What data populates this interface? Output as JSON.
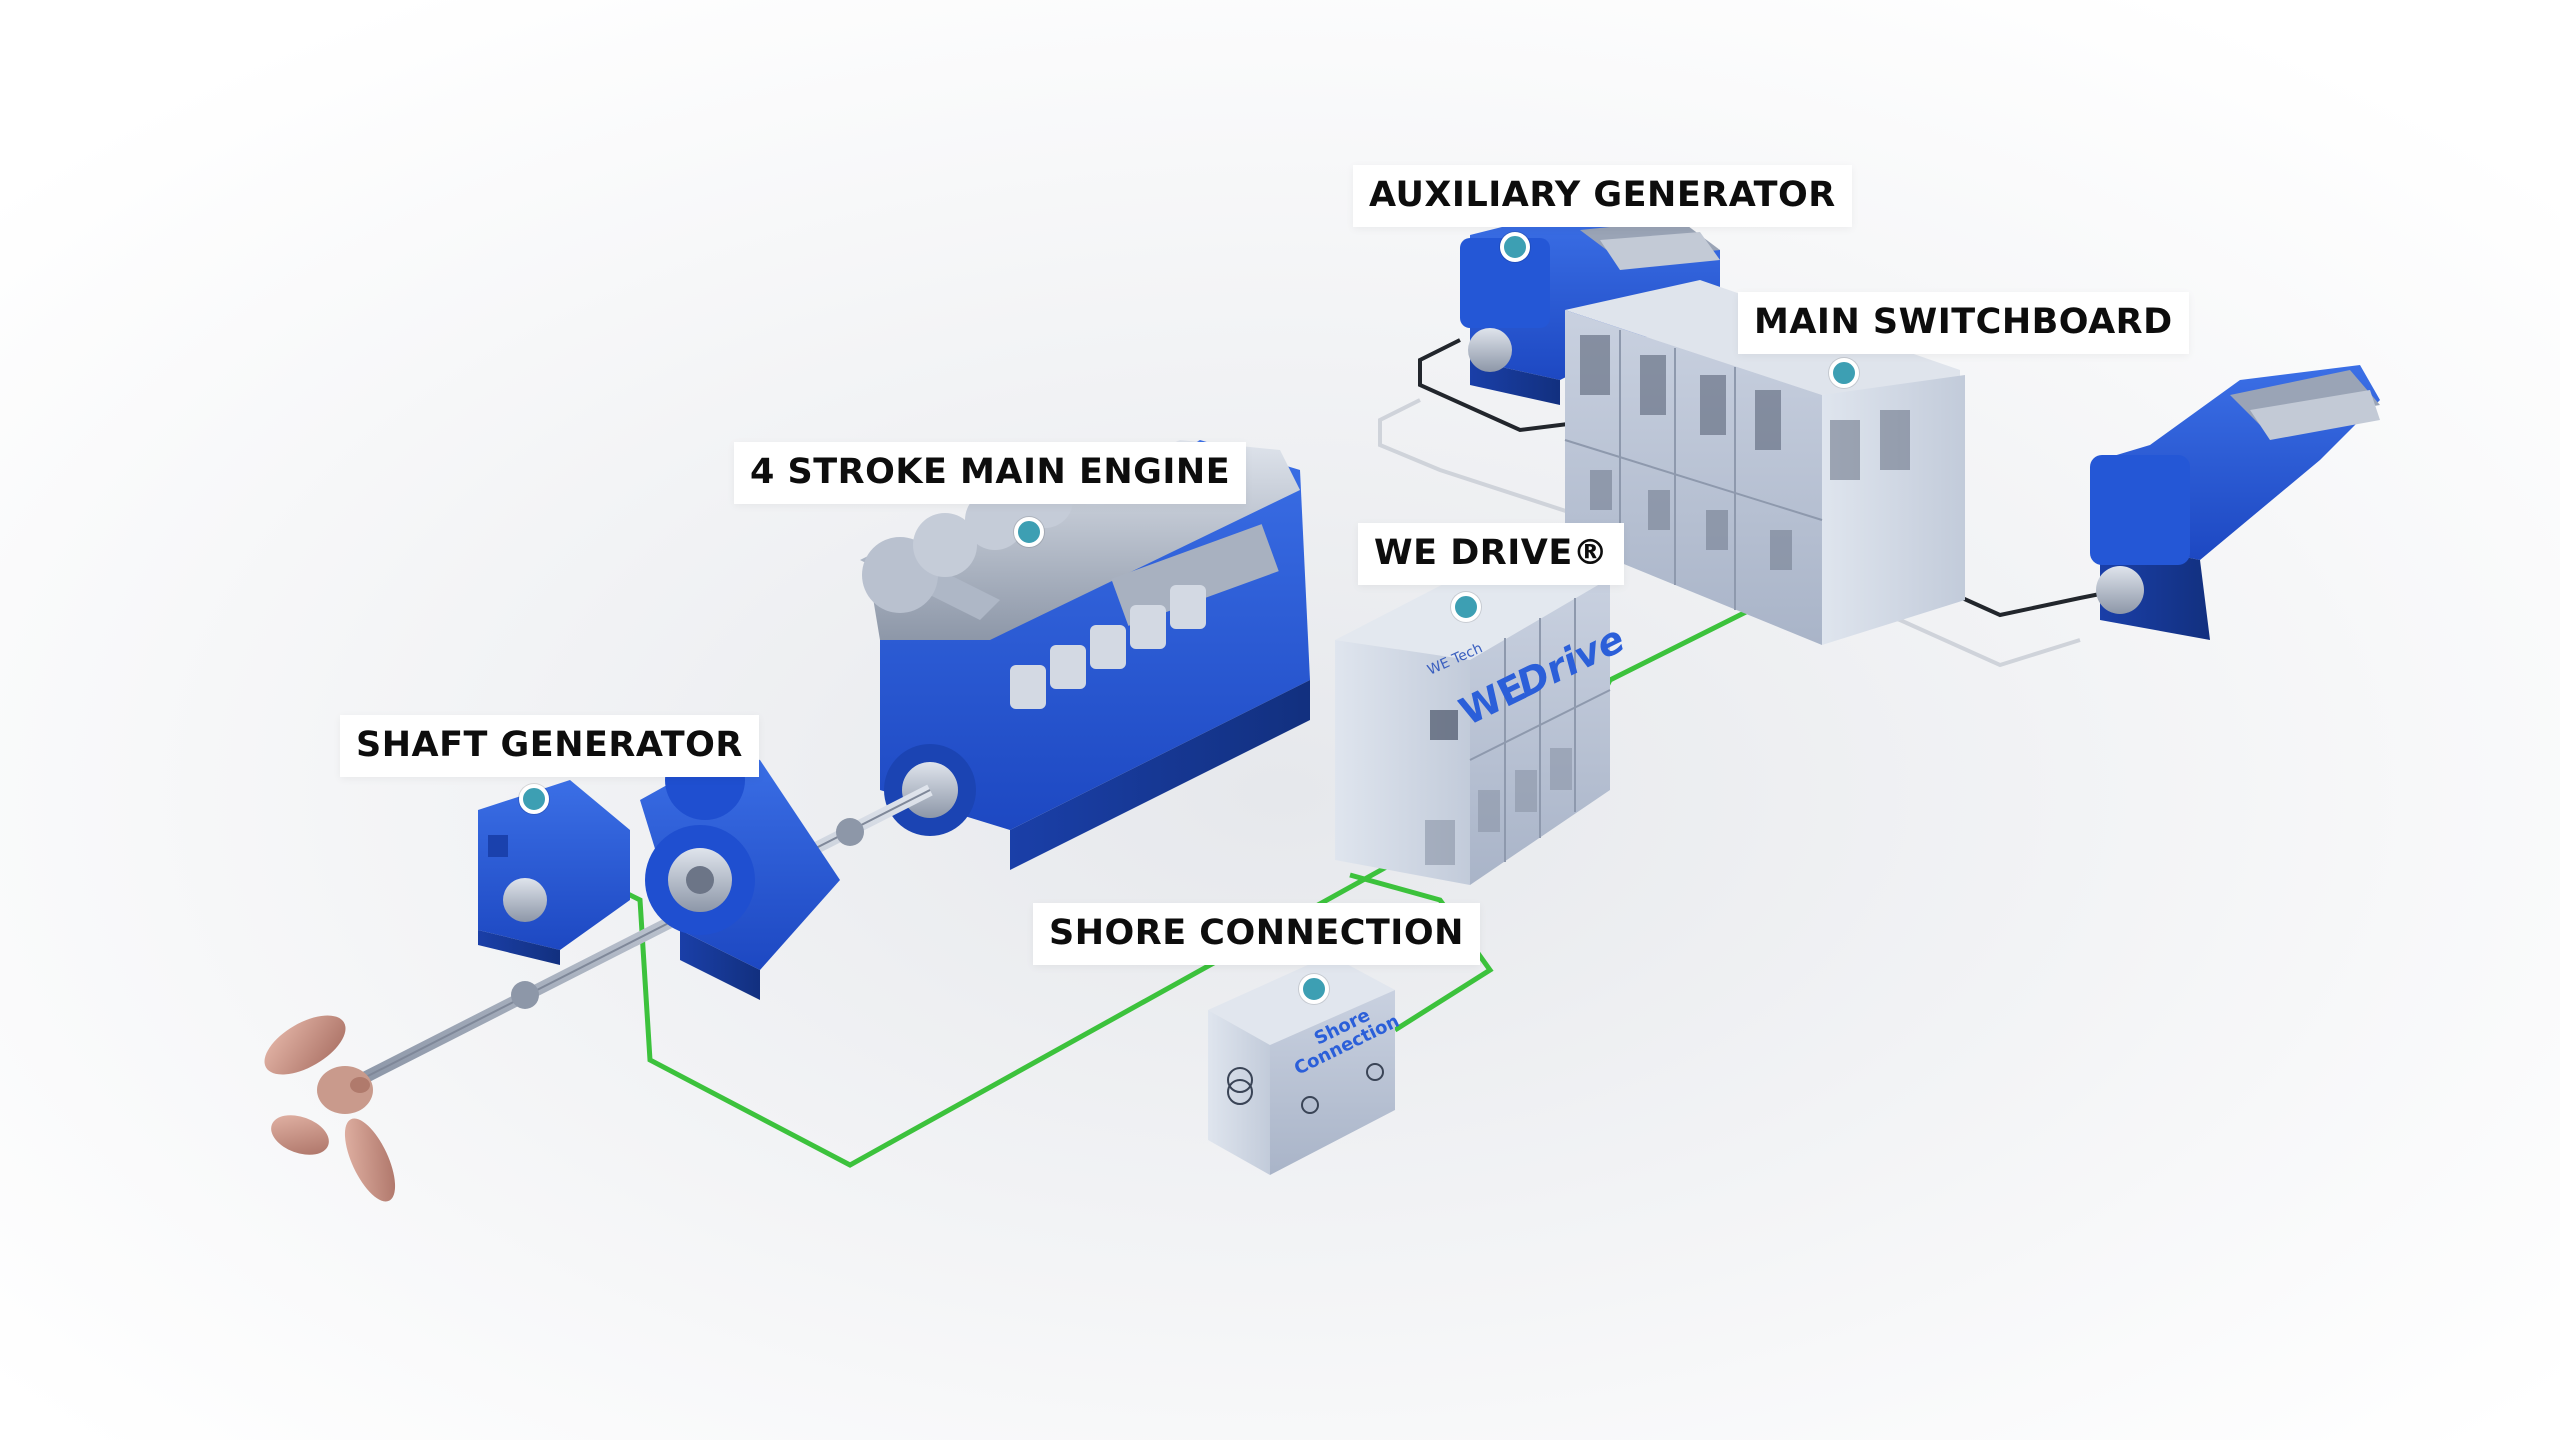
{
  "labels": {
    "shaft_generator": "SHAFT GENERATOR",
    "main_engine": "4 STROKE MAIN ENGINE",
    "auxiliary_generator": "AUXILIARY GENERATOR",
    "main_switchboard": "MAIN SWITCHBOARD",
    "we_drive": "WE DRIVE®",
    "shore_connection": "SHORE CONNECTION"
  },
  "cabinet_text": {
    "we_drive_brand": "WE Tech",
    "we_drive_logo_a": "WE",
    "we_drive_logo_b": "Drive",
    "shore_line1": "Shore",
    "shore_line2": "Connection"
  },
  "colors": {
    "equipment_blue": "#1f4fd0",
    "cabinet_grey": "#b4bfd3",
    "power_cable_green": "#3cc23c",
    "hotspot_teal": "#3d9fb3",
    "propeller_bronze": "#c89283"
  }
}
